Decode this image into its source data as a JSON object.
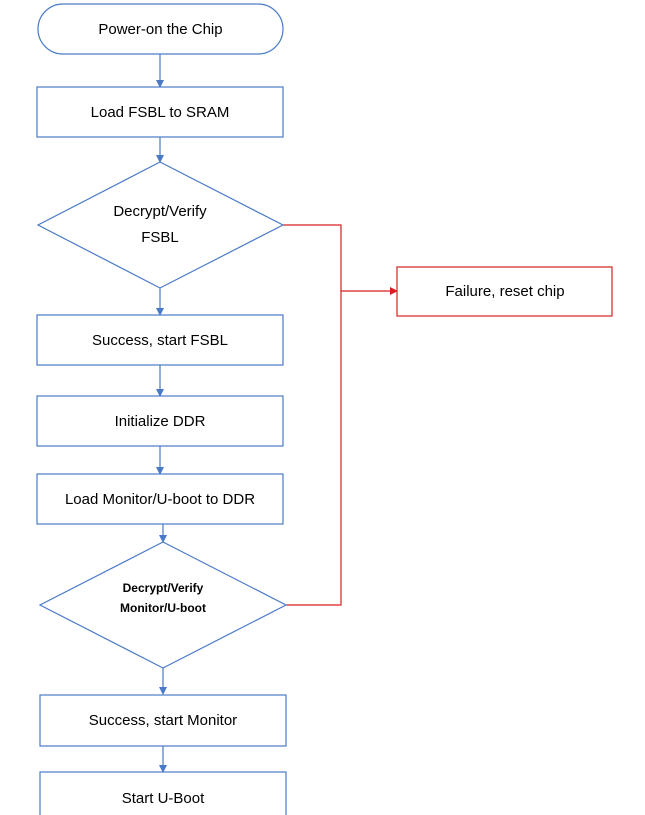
{
  "colors": {
    "node_stroke": "#4a7ac7",
    "arrow": "#4a7ac7",
    "failure": "#d62020",
    "background": "#ffffff"
  },
  "nodes": {
    "power_on": "Power-on the Chip",
    "load_fsbl": "Load FSBL to SRAM",
    "verify_fsbl_line1": "Decrypt/Verify",
    "verify_fsbl_line2": "FSBL",
    "start_fsbl": "Success, start FSBL",
    "init_ddr": "Initialize DDR",
    "load_monitor": "Load Monitor/U-boot to DDR",
    "verify_monitor_line1": "Decrypt/Verify",
    "verify_monitor_line2": "Monitor/U-boot",
    "start_monitor": "Success, start Monitor",
    "start_uboot": "Start U-Boot",
    "failure": "Failure, reset chip"
  }
}
